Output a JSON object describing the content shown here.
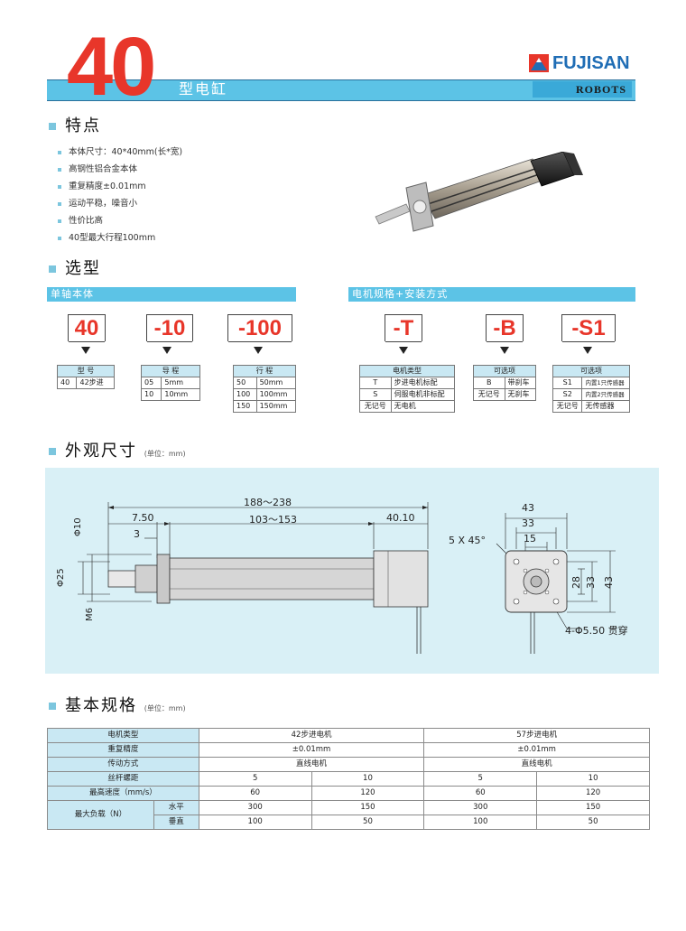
{
  "header": {
    "model_number": "40",
    "product_type": "型电缸",
    "brand": "FUJISAN",
    "sub_brand": "ROBOTS"
  },
  "features": {
    "title": "特点",
    "items": [
      "本体尺寸：40*40mm(长*宽)",
      "高钢性铝合金本体",
      "重复精度±0.01mm",
      "运动平稳，噪音小",
      "性价比高",
      "40型最大行程100mm"
    ]
  },
  "selection": {
    "title": "选型",
    "bar_left": "单轴本体",
    "bar_right": "电机规格+安装方式",
    "codes": [
      "40",
      "-10",
      "-100",
      "-T",
      "-B",
      "-S1"
    ],
    "model_table": {
      "headers": [
        "型  号"
      ],
      "rows": [
        [
          "40",
          "42步进"
        ]
      ]
    },
    "lead_table": {
      "headers": [
        "导  程"
      ],
      "rows": [
        [
          "05",
          "5mm"
        ],
        [
          "10",
          "10mm"
        ]
      ]
    },
    "stroke_table": {
      "headers": [
        "行  程"
      ],
      "rows": [
        [
          "50",
          "50mm"
        ],
        [
          "100",
          "100mm"
        ],
        [
          "150",
          "150mm"
        ]
      ]
    },
    "motor_table": {
      "headers": [
        "电机类型"
      ],
      "rows": [
        [
          "T",
          "步进电机标配"
        ],
        [
          "S",
          "伺服电机非标配"
        ],
        [
          "无记号",
          "无电机"
        ]
      ]
    },
    "brake_table": {
      "headers": [
        "可选项"
      ],
      "rows": [
        [
          "B",
          "带刹车"
        ],
        [
          "无记号",
          "无刹车"
        ]
      ]
    },
    "sensor_table": {
      "headers": [
        "可选项"
      ],
      "rows": [
        [
          "S1",
          "内置1只传感器"
        ],
        [
          "S2",
          "内置2只传感器"
        ],
        [
          "无记号",
          "无传感器"
        ]
      ]
    }
  },
  "dimensions": {
    "title": "外观尺寸",
    "unit": "(单位：mm)",
    "labels": {
      "total": "188～238",
      "front": "7.50",
      "body": "103～153",
      "motor": "40.10",
      "shaft": "3",
      "d10": "Φ10",
      "d25": "Φ25",
      "m6": "M6",
      "w43": "43",
      "w33": "33",
      "w15": "15",
      "chamfer": "5 X 45°",
      "h28": "28",
      "h33": "33",
      "h43": "43",
      "holes": "4-Φ5.50 贯穿"
    }
  },
  "specs": {
    "title": "基本规格",
    "unit": "(单位：mm)",
    "rows": {
      "motor_type": {
        "label": "电机类型",
        "a": "42步进电机",
        "b": "57步进电机"
      },
      "repeat": {
        "label": "重复精度",
        "a": "±0.01mm",
        "b": "±0.01mm"
      },
      "drive": {
        "label": "传动方式",
        "a": "直线电机",
        "b": "直线电机"
      },
      "lead": {
        "label": "丝杆螺距",
        "values": [
          "5",
          "10",
          "5",
          "10"
        ]
      },
      "speed": {
        "label": "最高速度（mm/s）",
        "values": [
          "60",
          "120",
          "60",
          "120"
        ]
      },
      "load": {
        "label": "最大负载（N）",
        "horizontal": "水平",
        "vertical": "垂直",
        "h_values": [
          "300",
          "150",
          "300",
          "150"
        ],
        "v_values": [
          "100",
          "50",
          "100",
          "50"
        ]
      }
    }
  },
  "colors": {
    "accent_red": "#e8362a",
    "accent_blue": "#5cc3e6",
    "panel": "#d9f0f6",
    "brand_blue": "#1f6db5"
  }
}
